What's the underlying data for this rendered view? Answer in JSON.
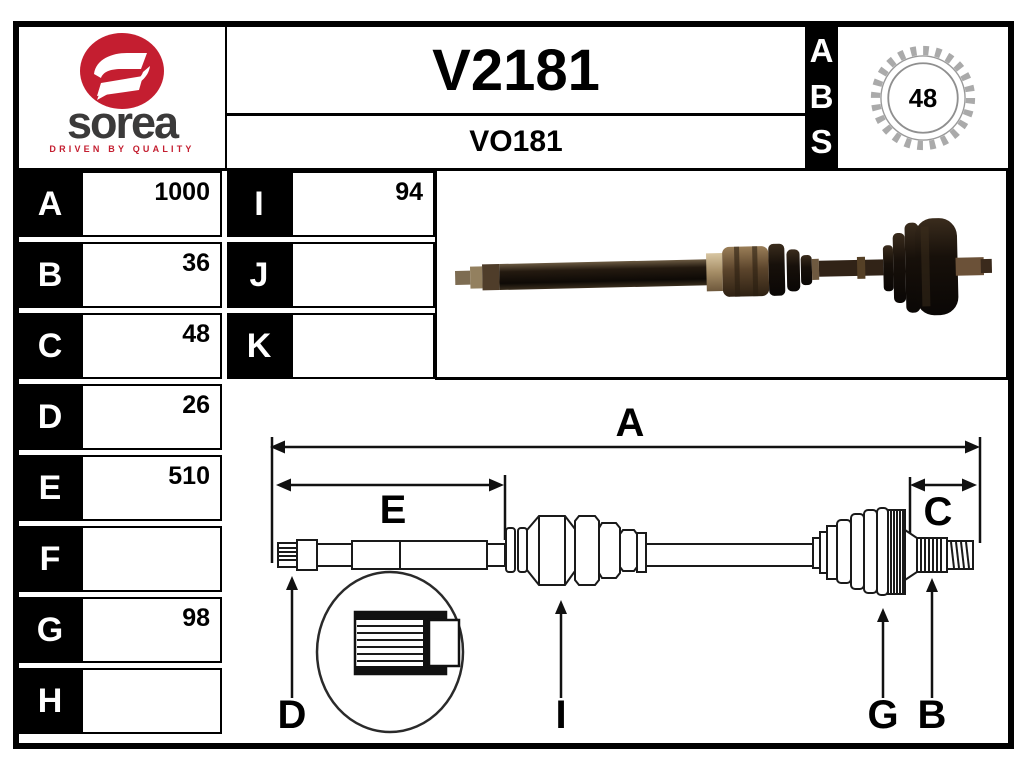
{
  "brand": {
    "name": "sorea",
    "tagline": "DRIVEN BY QUALITY",
    "red": "#c41e30",
    "dark": "#3b3a3a"
  },
  "header": {
    "part_number": "V2181",
    "reference": "VO181"
  },
  "abs": {
    "letters": [
      "A",
      "B",
      "S"
    ],
    "tooth_count": "48"
  },
  "specs": {
    "left_rows": [
      {
        "label": "A",
        "value": "1000"
      },
      {
        "label": "B",
        "value": "36"
      },
      {
        "label": "C",
        "value": "48"
      },
      {
        "label": "D",
        "value": "26"
      },
      {
        "label": "E",
        "value": "510"
      },
      {
        "label": "F",
        "value": ""
      },
      {
        "label": "G",
        "value": "98"
      },
      {
        "label": "H",
        "value": ""
      }
    ],
    "mid_rows": [
      {
        "label": "I",
        "value": "94"
      },
      {
        "label": "J",
        "value": ""
      },
      {
        "label": "K",
        "value": ""
      }
    ]
  },
  "diagram": {
    "callouts": {
      "a": "A",
      "e": "E",
      "c": "C",
      "d": "D",
      "i": "I",
      "g": "G",
      "b": "B"
    }
  }
}
